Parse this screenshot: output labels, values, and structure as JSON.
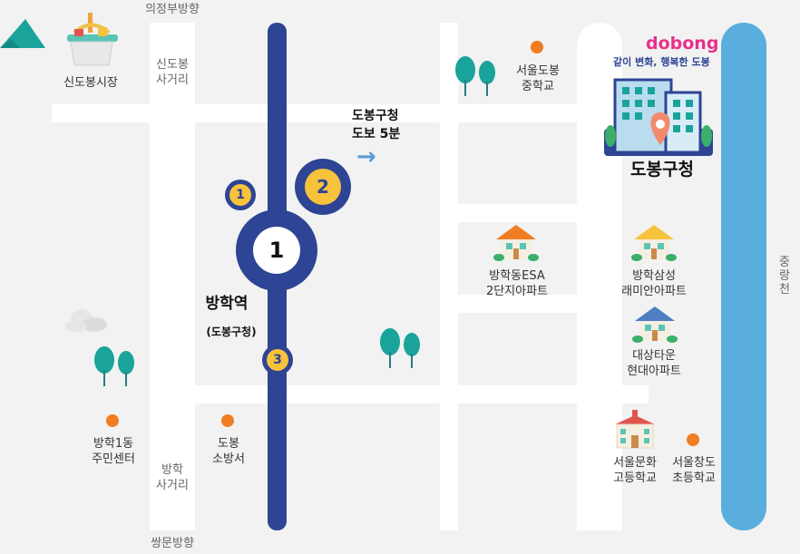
{
  "directions": {
    "north": "의정부방향",
    "south": "쌍문방향",
    "east_river": "중랑천"
  },
  "intersections": {
    "sindobong": "신도봉\n사거리",
    "banghak": "방학\n사거리"
  },
  "station": {
    "line_number": "1",
    "name": "방학역",
    "subname": "(도봉구청)",
    "exits": [
      "1",
      "2",
      "3"
    ]
  },
  "walk": {
    "title": "도봉구청",
    "duration": "도보 5분",
    "arrow": "→"
  },
  "landmarks": {
    "market": "신도봉시장",
    "middle_school": "서울도봉\n중학교",
    "esa_apt": "방학동ESA\n2단지아파트",
    "raemian_apt": "방학삼성\n래미안아파트",
    "hyundai_apt": "대상타운\n현대아파트",
    "community_center": "방학1동\n주민센터",
    "fire_station": "도봉\n소방서",
    "high_school": "서울문화\n고등학교",
    "elementary": "서울창도\n초등학교"
  },
  "office": {
    "logo": "dobong",
    "slogan": "같이 변화, 행복한 도봉",
    "name": "도봉구청"
  },
  "colors": {
    "rail": "#2e4494",
    "river": "#5aaede",
    "road": "#ffffff",
    "background": "#f2f2f2",
    "exit_fill": "#f7c23c",
    "poi_dot": "#f07d22",
    "logo": "#e8318a",
    "tree": "#1aa39a"
  }
}
